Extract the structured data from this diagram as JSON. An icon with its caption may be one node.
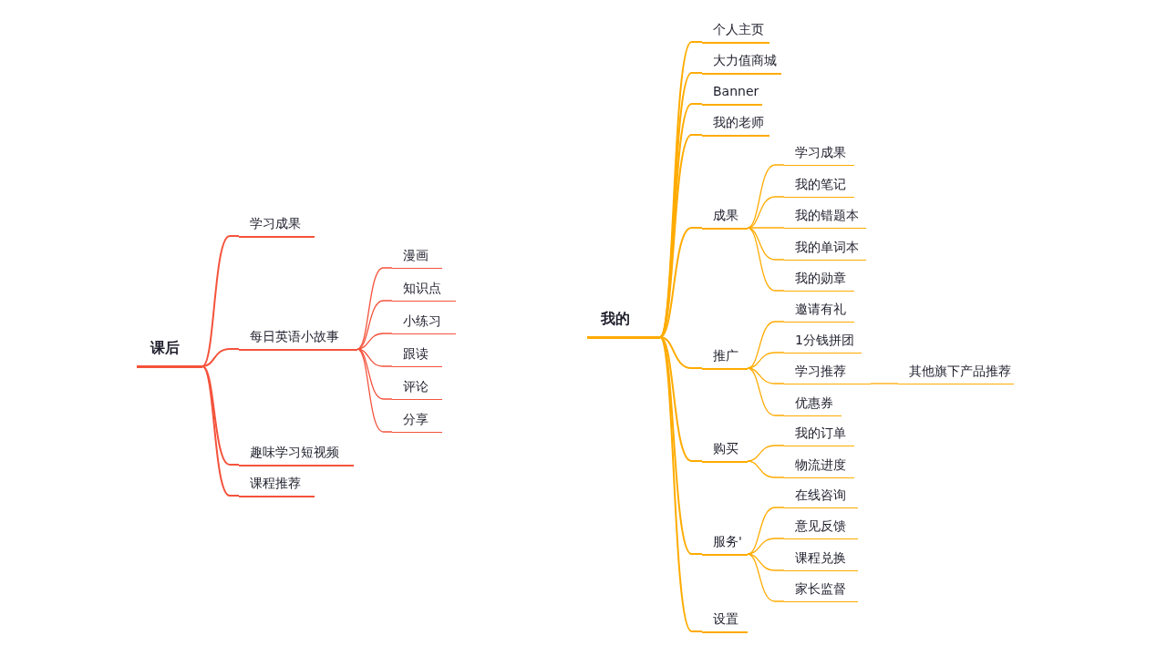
{
  "diagram": {
    "nodes": [
      {
        "text": [
          "课后"
        ]
      },
      {
        "text": [
          "学习成果"
        ]
      },
      {
        "text": [
          "每日英语小故事"
        ]
      },
      {
        "text": [
          "漫画"
        ]
      },
      {
        "text": [
          "知识点"
        ]
      },
      {
        "text": [
          "小练习"
        ]
      },
      {
        "text": [
          "跟读"
        ]
      },
      {
        "text": [
          "评论"
        ]
      },
      {
        "text": [
          "分享"
        ]
      },
      {
        "text": [
          "趣味学习短视频"
        ]
      },
      {
        "text": [
          "课程推荐"
        ]
      },
      {
        "text": [
          "我的"
        ]
      },
      {
        "text": [
          "个人主页"
        ]
      },
      {
        "text": [
          "大力值商城"
        ]
      },
      {
        "text": [
          "Banner"
        ]
      },
      {
        "text": [
          "我的老师"
        ]
      },
      {
        "text": [
          "成果"
        ]
      },
      {
        "text": [
          "学习成果"
        ]
      },
      {
        "text": [
          "我的笔记"
        ]
      },
      {
        "text": [
          "我的错题本"
        ]
      },
      {
        "text": [
          "我的单词本"
        ]
      },
      {
        "text": [
          "我的勋章"
        ]
      },
      {
        "text": [
          "推广"
        ]
      },
      {
        "text": [
          "邀请有礼"
        ]
      },
      {
        "text": [
          "1分钱拼团"
        ]
      },
      {
        "text": [
          "学习推荐"
        ]
      },
      {
        "text": [
          "其他旗下产品推荐"
        ]
      },
      {
        "text": [
          "优惠券"
        ]
      },
      {
        "text": [
          "购买"
        ]
      },
      {
        "text": [
          "我的订单"
        ]
      },
      {
        "text": [
          "物流进度"
        ]
      },
      {
        "text": [
          "服务'"
        ]
      },
      {
        "text": [
          "在线咨询"
        ]
      },
      {
        "text": [
          "意见反馈"
        ]
      },
      {
        "text": [
          "课程兑换"
        ]
      },
      {
        "text": [
          "家长监督"
        ]
      },
      {
        "text": [
          "设置"
        ]
      }
    ],
    "edges": [
      {
        "from": 0,
        "to": 1,
        "arrow": "none",
        "color": "#f4533c"
      },
      {
        "from": 0,
        "to": 2,
        "arrow": "none",
        "color": "#f4533c"
      },
      {
        "from": 2,
        "to": 3,
        "arrow": "none",
        "color": "#f4533c"
      },
      {
        "from": 2,
        "to": 4,
        "arrow": "none",
        "color": "#f4533c"
      },
      {
        "from": 2,
        "to": 5,
        "arrow": "none",
        "color": "#f4533c"
      },
      {
        "from": 2,
        "to": 6,
        "arrow": "none",
        "color": "#f4533c"
      },
      {
        "from": 2,
        "to": 7,
        "arrow": "none",
        "color": "#f4533c"
      },
      {
        "from": 2,
        "to": 8,
        "arrow": "none",
        "color": "#f4533c"
      },
      {
        "from": 0,
        "to": 9,
        "arrow": "none",
        "color": "#f4533c"
      },
      {
        "from": 0,
        "to": 10,
        "arrow": "none",
        "color": "#f4533c"
      },
      {
        "from": 11,
        "to": 12,
        "arrow": "none"
      },
      {
        "from": 11,
        "to": 13,
        "arrow": "none"
      },
      {
        "from": 11,
        "to": 14,
        "arrow": "none"
      },
      {
        "from": 11,
        "to": 15,
        "arrow": "none"
      },
      {
        "from": 11,
        "to": 16,
        "arrow": "none"
      },
      {
        "from": 16,
        "to": 17,
        "arrow": "none"
      },
      {
        "from": 16,
        "to": 18,
        "arrow": "none"
      },
      {
        "from": 16,
        "to": 19,
        "arrow": "none"
      },
      {
        "from": 16,
        "to": 20,
        "arrow": "none"
      },
      {
        "from": 16,
        "to": 21,
        "arrow": "none"
      },
      {
        "from": 11,
        "to": 22,
        "arrow": "none"
      },
      {
        "from": 22,
        "to": 23,
        "arrow": "none"
      },
      {
        "from": 22,
        "to": 24,
        "arrow": "none"
      },
      {
        "from": 22,
        "to": 25,
        "arrow": "none"
      },
      {
        "from": 25,
        "to": 26,
        "arrow": "none"
      },
      {
        "from": 22,
        "to": 27,
        "arrow": "none"
      },
      {
        "from": 11,
        "to": 28,
        "arrow": "none"
      },
      {
        "from": 28,
        "to": 29,
        "arrow": "none"
      },
      {
        "from": 28,
        "to": 30,
        "arrow": "none"
      },
      {
        "from": 11,
        "to": 31,
        "arrow": "none"
      },
      {
        "from": 31,
        "to": 32,
        "arrow": "none"
      },
      {
        "from": 31,
        "to": 33,
        "arrow": "none"
      },
      {
        "from": 31,
        "to": 34,
        "arrow": "none"
      },
      {
        "from": 31,
        "to": 35,
        "arrow": "none"
      },
      {
        "from": 11,
        "to": 36,
        "arrow": "none"
      }
    ]
  }
}
